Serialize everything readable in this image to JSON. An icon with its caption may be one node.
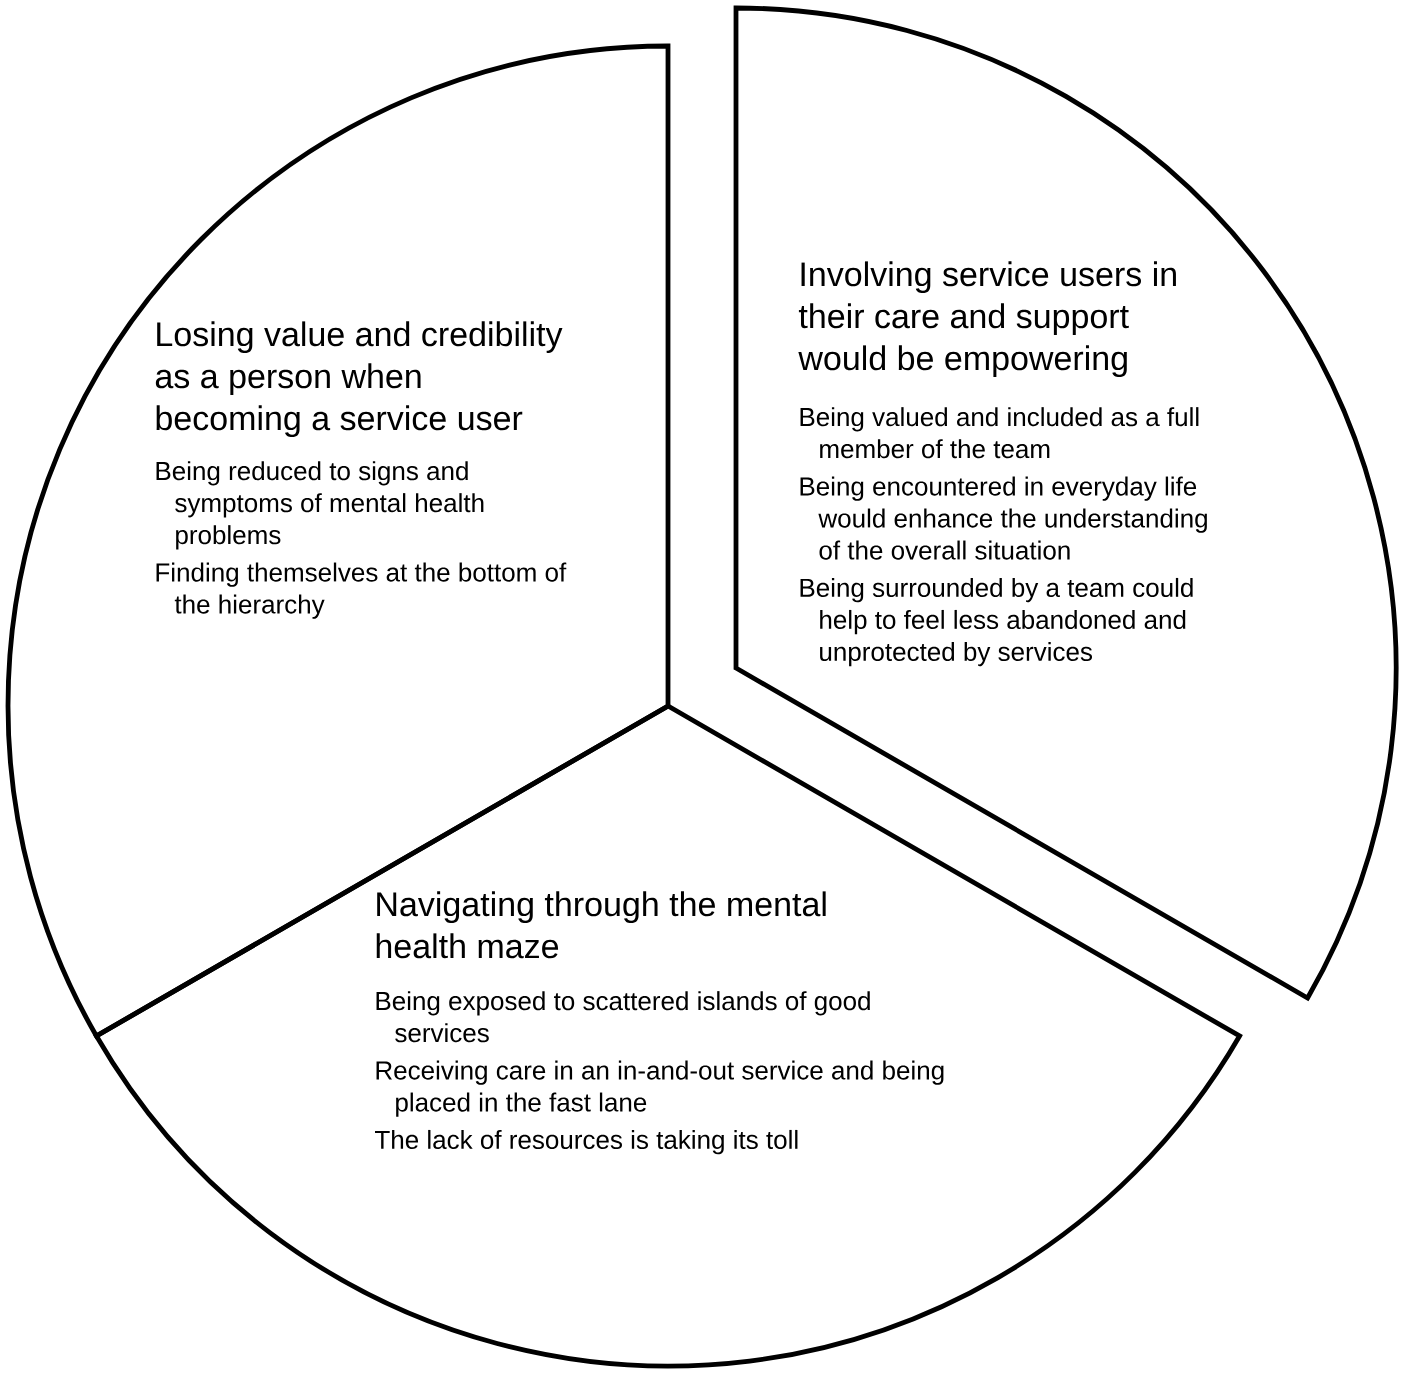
{
  "diagram": {
    "nodes": [
      {
        "text": [
          "Losing value and credibility as a person when becoming a service user",
          "Being reduced to signs and symptoms of mental health problems",
          "Finding themselves at the bottom of the hierarchy"
        ]
      },
      {
        "text": [
          "Involving service users in their care and support would be empowering",
          "Being valued and included as a full member of the team",
          "Being encountered in everyday life would enhance the understanding of the overall situation",
          "Being surrounded by a team could help to feel less abandoned and unprotected by services"
        ]
      },
      {
        "text": [
          "Navigating through the mental health maze",
          "Being exposed to scattered islands of good services",
          "Receiving care in an in-and-out service and being placed in the fast lane",
          "The lack of resources is taking its toll"
        ]
      }
    ]
  }
}
